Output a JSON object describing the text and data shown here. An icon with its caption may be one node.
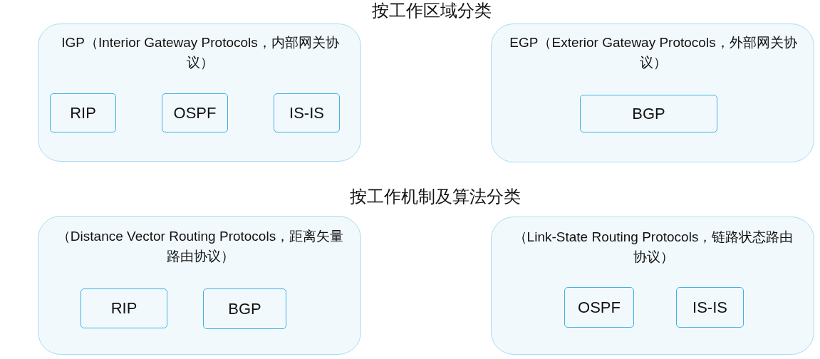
{
  "diagram": {
    "nodes": [
      {
        "text": [
          "IGP（Interior Gateway Protocols，内部网关协议）"
        ]
      },
      {
        "text": [
          "RIP"
        ],
        "in": 0
      },
      {
        "text": [
          "OSPF"
        ],
        "in": 0
      },
      {
        "text": [
          "IS-IS"
        ],
        "in": 0
      },
      {
        "text": [
          "EGP（Exterior Gateway Protocols，外部网关协议）"
        ]
      },
      {
        "text": [
          "BGP"
        ],
        "in": 4
      },
      {
        "text": [
          "（Distance Vector Routing Protocols，距离矢量路由协议）"
        ]
      },
      {
        "text": [
          "RIP"
        ],
        "in": 6
      },
      {
        "text": [
          "BGP"
        ],
        "in": 6
      },
      {
        "text": [
          "（Link-State Routing Protocols，链路状态路由协议）"
        ]
      },
      {
        "text": [
          "OSPF"
        ],
        "in": 9
      },
      {
        "text": [
          "IS-IS"
        ],
        "in": 9
      }
    ],
    "labels": [
      "按工作区域分类",
      "按工作机制及算法分类"
    ]
  }
}
